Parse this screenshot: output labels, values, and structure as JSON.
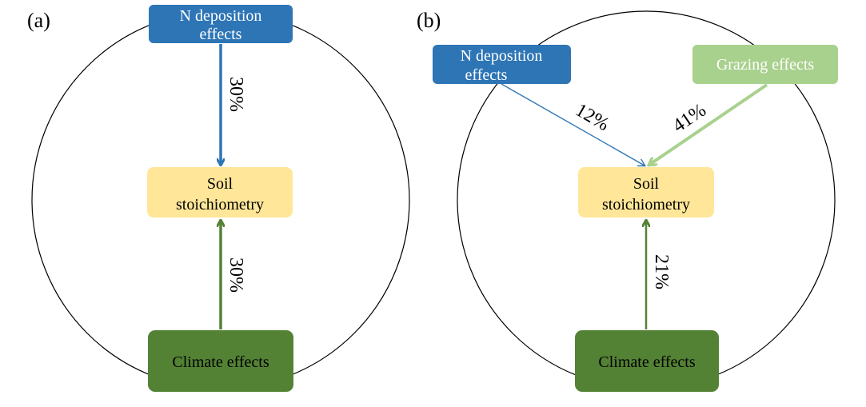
{
  "panels": {
    "a": {
      "label": "(a)",
      "nodes": {
        "n_deposition": {
          "line1": "N deposition",
          "line2": "effects"
        },
        "soil": {
          "line1": "Soil",
          "line2": "stoichiometry"
        },
        "climate": {
          "label": "Climate effects"
        }
      },
      "arrows": {
        "n_to_soil": "30%",
        "climate_to_soil": "30%"
      }
    },
    "b": {
      "label": "(b)",
      "nodes": {
        "n_deposition": {
          "line1": "N deposition",
          "line2": "effects"
        },
        "grazing": {
          "label": "Grazing effects"
        },
        "soil": {
          "line1": "Soil",
          "line2": "stoichiometry"
        },
        "climate": {
          "label": "Climate effects"
        }
      },
      "arrows": {
        "n_to_soil": "12%",
        "grazing_to_soil": "41%",
        "climate_to_soil": "21%"
      }
    }
  },
  "colors": {
    "n_deposition_box": "#2e75b6",
    "n_deposition_arrow": "#2e75b6",
    "grazing_box": "#a9d18e",
    "grazing_arrow": "#a9d18e",
    "soil_box": "#ffe699",
    "climate_box": "#548235",
    "climate_arrow": "#548235",
    "circle": "#000000",
    "text_dark": "#000000",
    "text_light": "#ffffff"
  }
}
